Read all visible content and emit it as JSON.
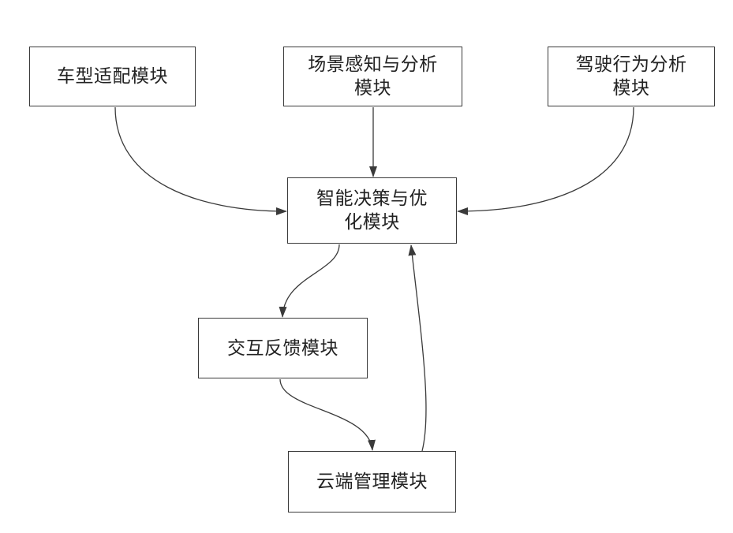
{
  "diagram": {
    "colors": {
      "line": "#3a3a3a",
      "text": "#222222",
      "background": "#ffffff"
    },
    "nodes": {
      "vehicle_adaptation": "车型适配模块",
      "scene_perception": "场景感知与分析\n模块",
      "driving_behavior": "驾驶行为分析\n模块",
      "decision_optimization": "智能决策与优\n化模块",
      "interaction_feedback": "交互反馈模块",
      "cloud_management": "云端管理模块"
    },
    "edges": [
      {
        "from": "vehicle_adaptation",
        "to": "decision_optimization"
      },
      {
        "from": "scene_perception",
        "to": "decision_optimization"
      },
      {
        "from": "driving_behavior",
        "to": "decision_optimization"
      },
      {
        "from": "decision_optimization",
        "to": "interaction_feedback"
      },
      {
        "from": "interaction_feedback",
        "to": "cloud_management"
      },
      {
        "from": "cloud_management",
        "to": "decision_optimization"
      }
    ]
  }
}
